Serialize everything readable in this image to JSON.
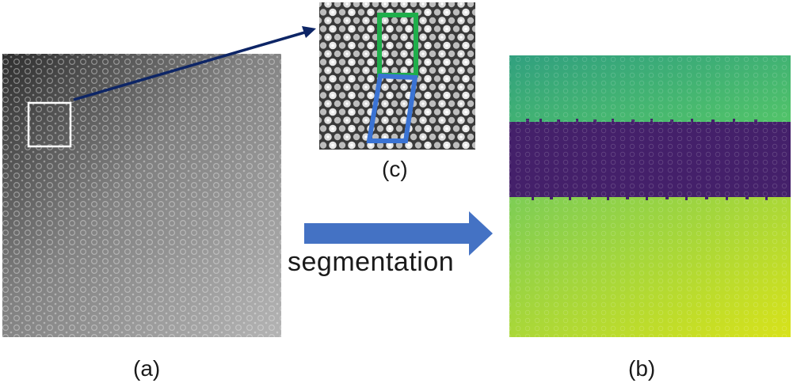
{
  "panels": {
    "a": {
      "label": "(a)"
    },
    "b": {
      "label": "(b)"
    },
    "c": {
      "label": "(c)"
    }
  },
  "process": {
    "label": "segmentation"
  },
  "colors": {
    "zoom_box": "#ffffff",
    "zoom_arrow": "#0d2566",
    "green_cell": "#1fae4b",
    "blue_cell": "#3a73d4",
    "process_arrow": "#4472c4",
    "segment_top": "#3cb87a",
    "segment_middle": "#44206a",
    "segment_bottom": "#9ad443"
  },
  "icons": {
    "zoom_arrow": "arrow-right-icon",
    "process_arrow": "arrow-right-icon"
  }
}
